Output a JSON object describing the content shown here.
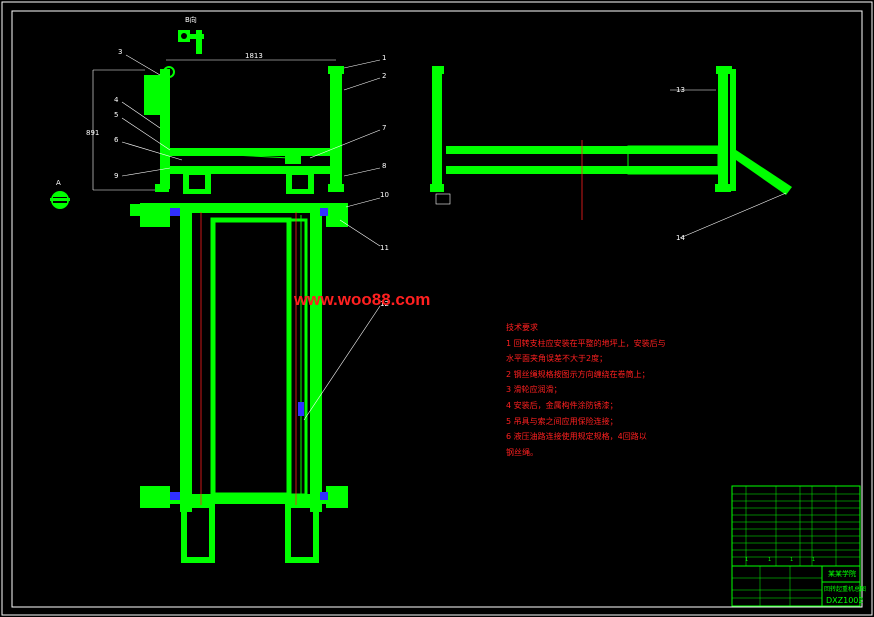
{
  "watermark": "www.woo88.com",
  "balloons": [
    "1",
    "2",
    "3",
    "4",
    "5",
    "6",
    "7",
    "8",
    "9",
    "10",
    "11",
    "12",
    "13",
    "14"
  ],
  "tech_notes": {
    "title": "技术要求",
    "lines": [
      "1 回转支柱应安装在平整的地坪上，安装后与",
      "  水平面夹角误差不大于2度；",
      "2 钢丝绳规格按图示方向缠绕在卷筒上；",
      "3 滑轮应润滑；",
      "4 安装后，金属构件涂防锈漆；",
      "5 吊具与索之间应用保险连接；",
      "6 液压油路连接使用规定规格，4回路以",
      "  钢丝绳。"
    ]
  },
  "title_block": {
    "company": "某某学院",
    "drawing_name": "回转起重机总图",
    "drawing_no": "DXZ1002",
    "scale_row": [
      "1",
      "1",
      "1",
      "1"
    ],
    "colors": {
      "frame": "#00ff00",
      "text": "#00ff00"
    }
  },
  "colors": {
    "structure": "#00ff00",
    "leader": "#ffffff",
    "centerline": "#ff2020",
    "notes": "#ff2020",
    "bolts": "#3030ff"
  }
}
